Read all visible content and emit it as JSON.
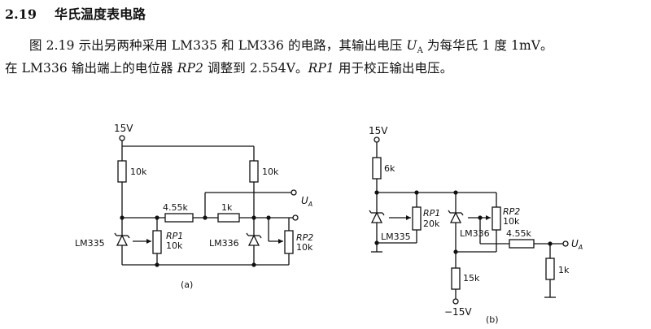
{
  "section": {
    "number": "2.19",
    "title": "华氏温度表电路"
  },
  "paragraph": {
    "l1_a": "图 2.19 示出另两种采用 LM335 和 LM336 的电路，其输出电压 ",
    "l1_var": "U",
    "l1_sub": "A",
    "l1_b": " 为每华氏 1 度 1mV。",
    "l2_a": "在 LM336 输出端上的电位器 ",
    "l2_rp2": "RP2",
    "l2_b": " 调整到 2.554V。",
    "l2_rp1": "RP1",
    "l2_c": " 用于校正输出电压。"
  },
  "circuit_a": {
    "caption": "(a)",
    "supply": "15V",
    "r_left": "10k",
    "r_right": "10k",
    "r_mid1": "4.55k",
    "r_mid2": "1k",
    "ic1": "LM335",
    "ic2": "LM336",
    "rp1_name": "RP1",
    "rp1_val": "10k",
    "rp2_name": "RP2",
    "rp2_val": "10k",
    "out": "U",
    "out_sub": "A"
  },
  "circuit_b": {
    "caption": "(b)",
    "supply_pos": "15V",
    "supply_neg": "−15V",
    "r_top": "6k",
    "rp1_name": "RP1",
    "rp1_val": "20k",
    "rp2_name": "RP2",
    "rp2_val": "10k",
    "ic1": "LM335",
    "ic2": "LM336",
    "r_series": "4.55k",
    "r_neg": "15k",
    "r_load": "1k",
    "out": "U",
    "out_sub": "A"
  }
}
